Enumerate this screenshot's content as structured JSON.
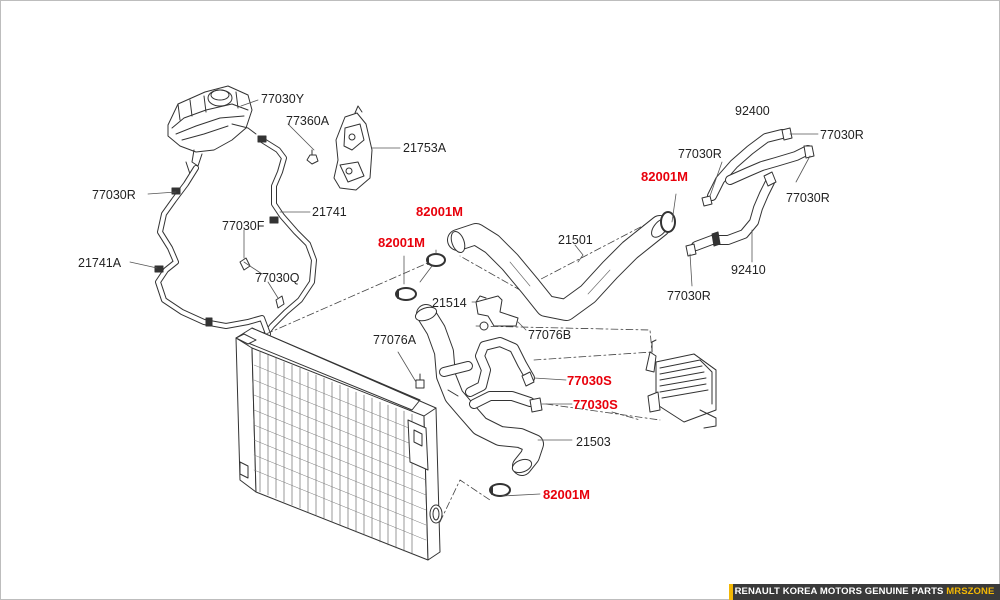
{
  "diagram": {
    "part_labels": {
      "p77030Y": "77030Y",
      "p77360A": "77360A",
      "p21753A": "21753A",
      "p77030R_left": "77030R",
      "p21741": "21741",
      "p77030F": "77030F",
      "p21741A": "21741A",
      "p77030Q": "77030Q",
      "p82001M_a": "82001M",
      "p82001M_b": "82001M",
      "p82001M_c": "82001M",
      "p82001M_d": "82001M",
      "p21501": "21501",
      "p21514": "21514",
      "p77076B": "77076B",
      "p77076A": "77076A",
      "p77030S_a": "77030S",
      "p77030S_b": "77030S",
      "p21503": "21503",
      "p92400": "92400",
      "p77030R_r1": "77030R",
      "p77030R_r2": "77030R",
      "p77030R_r3": "77030R",
      "p77030R_r4": "77030R",
      "p92410": "92410"
    },
    "highlight_color": "#e8000b"
  },
  "footer": {
    "text": "RENAULT KOREA MOTORS GENUINE PARTS",
    "brand": "MRSZONE"
  }
}
